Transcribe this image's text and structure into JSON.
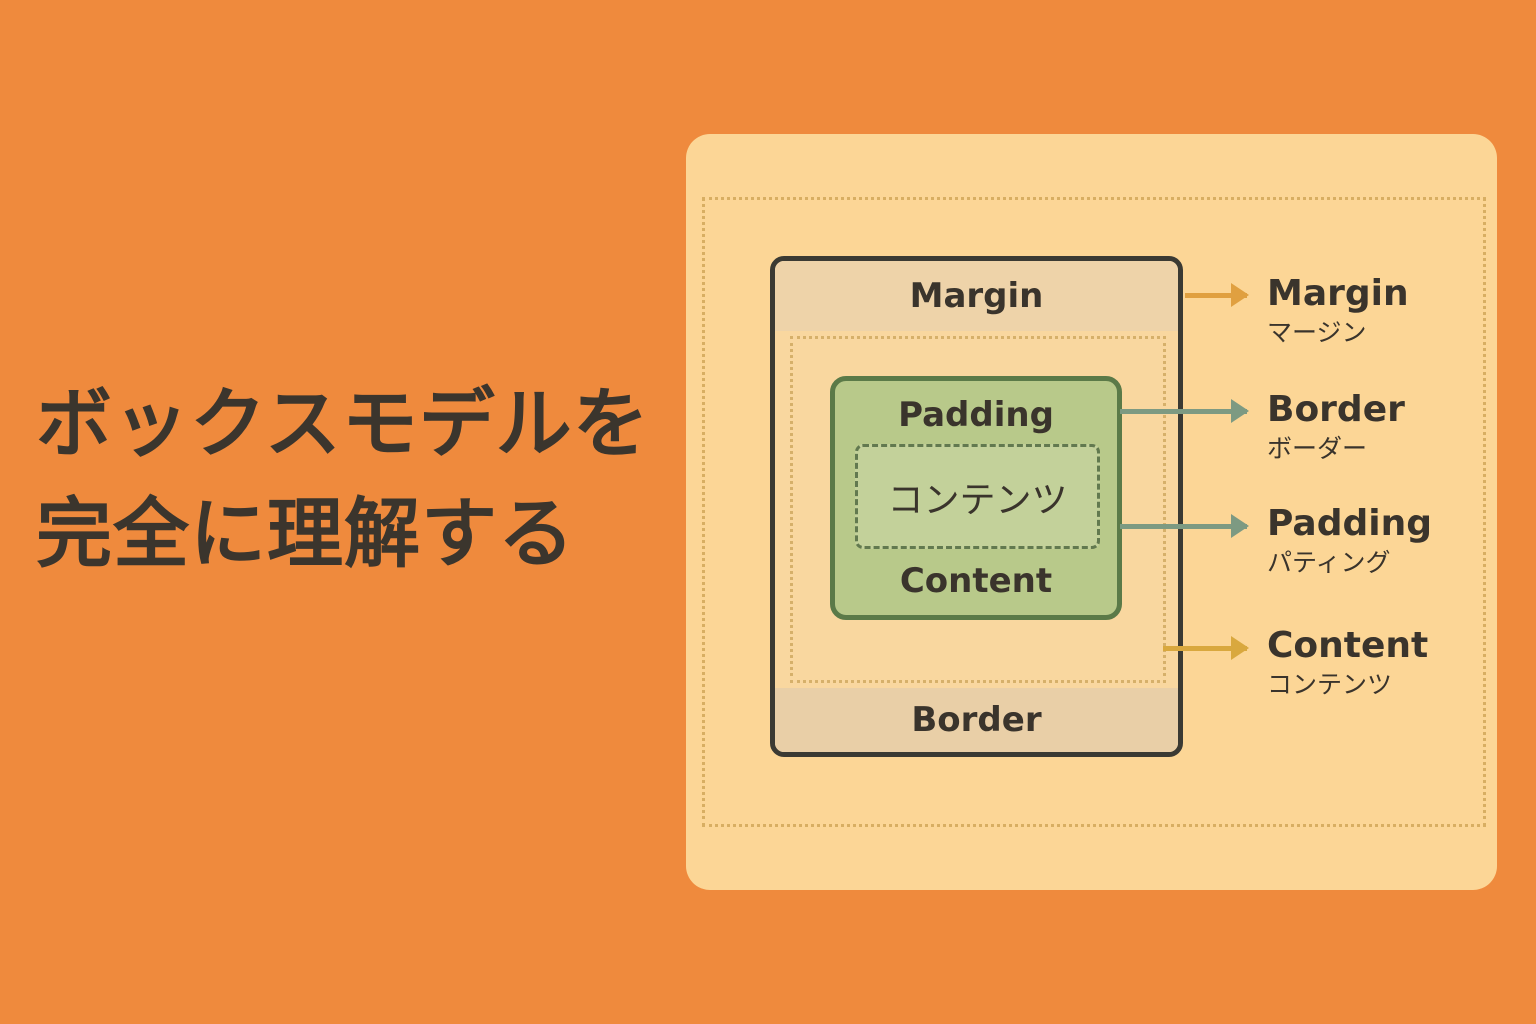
{
  "title": {
    "line1": "ボックスモデルを",
    "line2": "完全に理解する"
  },
  "diagram": {
    "margin_label": "Margin",
    "border_label": "Border",
    "padding_label": "Padding",
    "content_jp": "コンテンツ",
    "content_label": "Content"
  },
  "legend": [
    {
      "en": "Margin",
      "jp": "マージン",
      "color": "#e0a040"
    },
    {
      "en": "Border",
      "jp": "ボーダー",
      "color": "#7d9a82"
    },
    {
      "en": "Padding",
      "jp": "パティング",
      "color": "#7d9a82"
    },
    {
      "en": "Content",
      "jp": "コンテンツ",
      "color": "#d9a83e"
    }
  ]
}
